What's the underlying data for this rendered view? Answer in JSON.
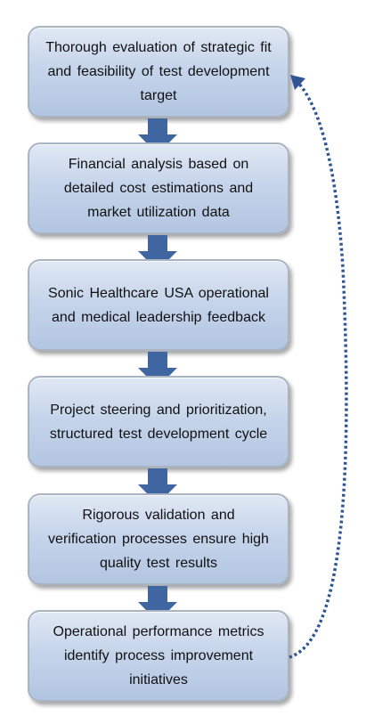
{
  "steps": [
    {
      "text": "Thorough evaluation of strategic fit and feasibility of test development target"
    },
    {
      "text": "Financial analysis based on detailed cost estimations and market utilization data"
    },
    {
      "text": "Sonic Healthcare USA operational and medical leadership feedback"
    },
    {
      "text": "Project steering and prioritization, structured test development cycle"
    },
    {
      "text": "Rigorous validation and verification processes ensure high quality test results"
    },
    {
      "text": "Operational performance metrics identify process improvement initiatives"
    }
  ],
  "colors": {
    "arrow": "#3f66a1",
    "loop": "#2f5596",
    "box_border": "#a9b3c2"
  }
}
